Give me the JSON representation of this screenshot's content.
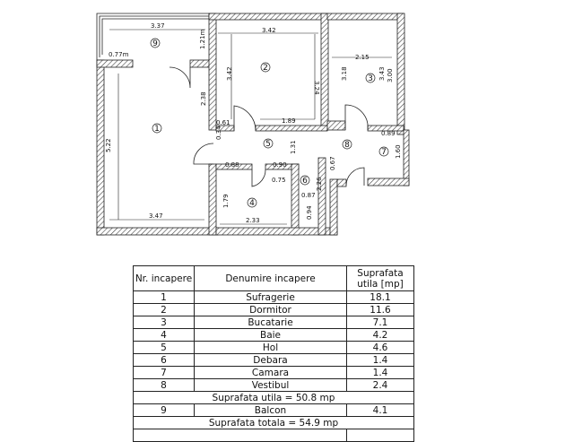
{
  "plan": {
    "rooms": [
      "1",
      "2",
      "3",
      "4",
      "5",
      "6",
      "7",
      "8",
      "9"
    ],
    "dimensions": [
      "3.37",
      "1.21m",
      "0.77m",
      "3.42",
      "3.42",
      "3.24",
      "2.15",
      "3.18",
      "3.43",
      "3.00",
      "2.38",
      "5.22",
      "0.61",
      "1.89",
      "0.34",
      "1.31",
      "0.89",
      "1.60",
      "0.67",
      "0.88",
      "0.90",
      "0.75",
      "0.87",
      "2.26",
      "0.94",
      "1.79",
      "2.33",
      "3.47"
    ]
  },
  "table": {
    "headers": [
      "Nr. incapere",
      "Denumire incapere",
      "Suprafata utila [mp]"
    ],
    "rows": [
      {
        "nr": "1",
        "name": "Sufragerie",
        "area": "18.1"
      },
      {
        "nr": "2",
        "name": "Dormitor",
        "area": "11.6"
      },
      {
        "nr": "3",
        "name": "Bucatarie",
        "area": "7.1"
      },
      {
        "nr": "4",
        "name": "Baie",
        "area": "4.2"
      },
      {
        "nr": "5",
        "name": "Hol",
        "area": "4.6"
      },
      {
        "nr": "6",
        "name": "Debara",
        "area": "1.4"
      },
      {
        "nr": "7",
        "name": "Camara",
        "area": "1.4"
      },
      {
        "nr": "8",
        "name": "Vestibul",
        "area": "2.4"
      }
    ],
    "subtotal": "Suprafata utila =  50.8 mp",
    "balcony": {
      "nr": "9",
      "name": "Balcon",
      "area": "4.1"
    },
    "total": "Suprafata totala = 54.9 mp"
  }
}
